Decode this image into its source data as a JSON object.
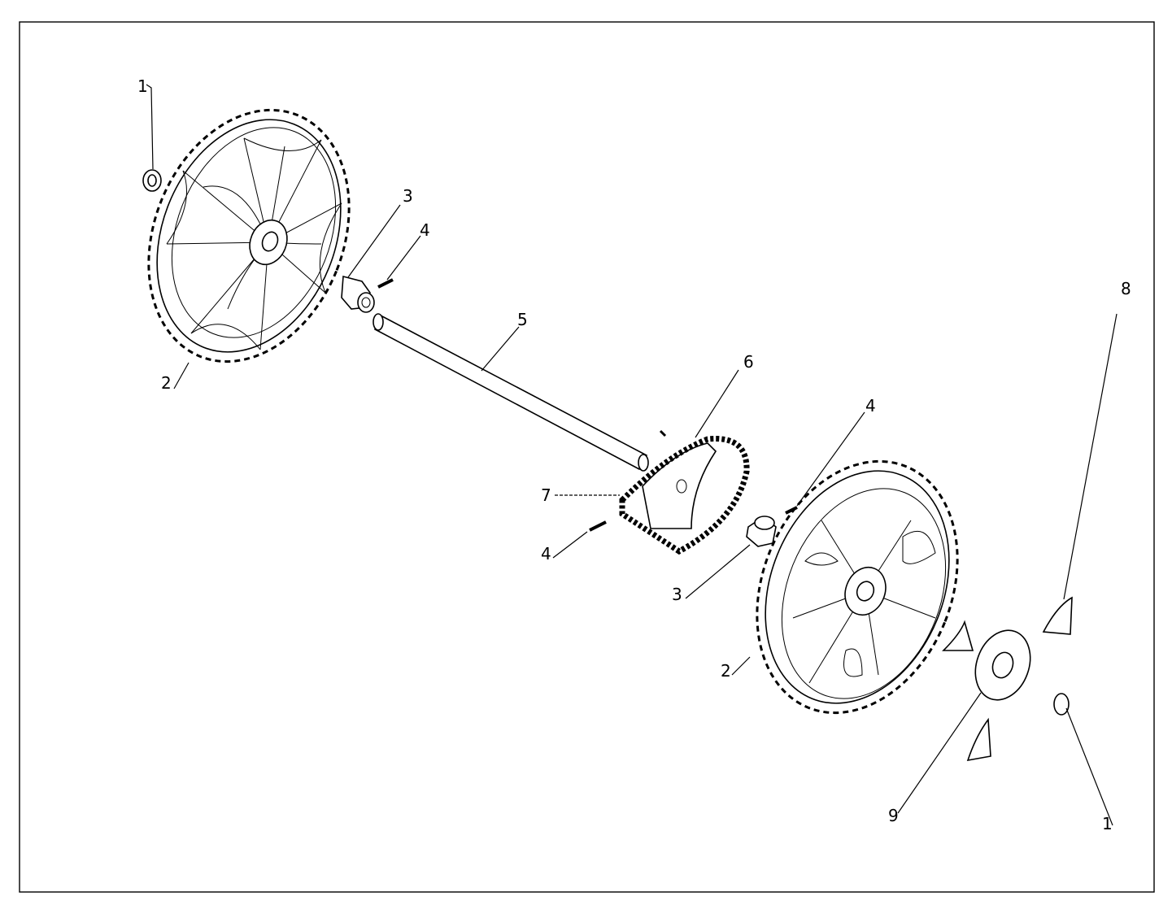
{
  "callouts": {
    "washer_left": "1",
    "washer_right": "1",
    "wheel_left": "2",
    "wheel_right": "2",
    "pinion_left": "3",
    "pinion_right": "3",
    "pin_top_left": "4",
    "pin_top_right": "4",
    "pin_bottom": "4",
    "axle": "5",
    "gear": "6",
    "chain": "7",
    "hubcap": "8",
    "hubcap_disc": "9"
  }
}
